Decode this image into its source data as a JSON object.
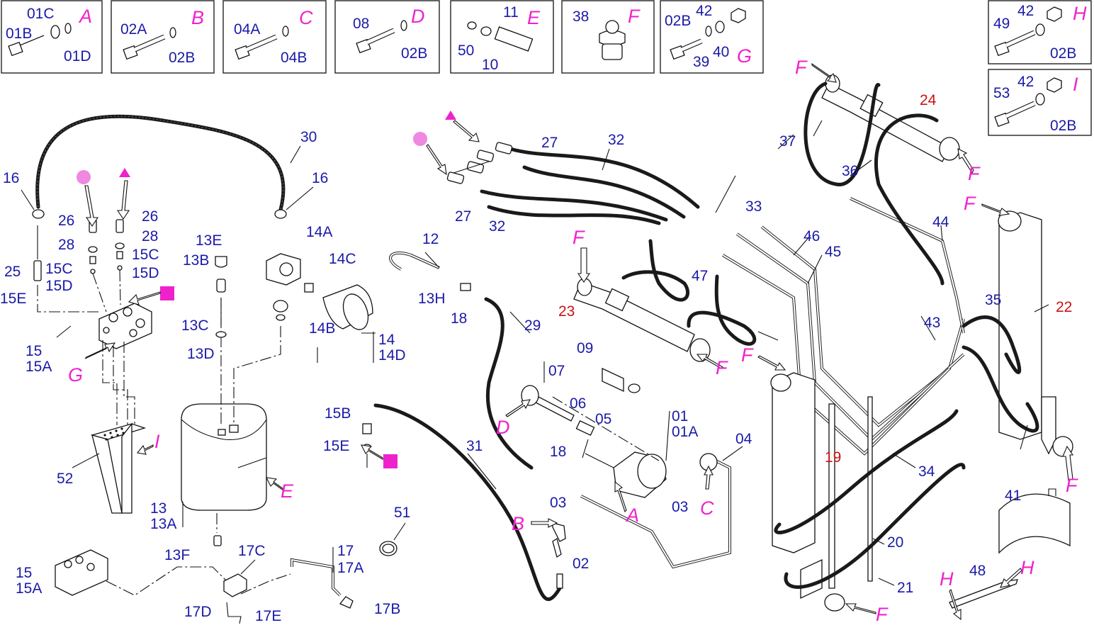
{
  "detail_boxes": [
    {
      "letter": "A",
      "labels": [
        "01C",
        "01B",
        "01D"
      ]
    },
    {
      "letter": "B",
      "labels": [
        "02A",
        "02B"
      ]
    },
    {
      "letter": "C",
      "labels": [
        "04A",
        "04B"
      ]
    },
    {
      "letter": "D",
      "labels": [
        "08",
        "02B"
      ]
    },
    {
      "letter": "E",
      "labels": [
        "11",
        "50",
        "10"
      ]
    },
    {
      "letter": "F",
      "labels": [
        "38"
      ]
    },
    {
      "letter": "G",
      "labels": [
        "42",
        "02B",
        "39",
        "40"
      ]
    },
    {
      "letter": "H",
      "labels": [
        "42",
        "49",
        "02B"
      ]
    },
    {
      "letter": "I",
      "labels": [
        "42",
        "53",
        "02B"
      ]
    }
  ],
  "part_labels": {
    "p01": "01",
    "p01A": "01A",
    "p02": "02",
    "p03a": "03",
    "p03b": "03",
    "p04": "04",
    "p05": "05",
    "p06": "06",
    "p07": "07",
    "p09": "09",
    "p12": "12",
    "p13": "13",
    "p13A": "13A",
    "p13B": "13B",
    "p13C": "13C",
    "p13D": "13D",
    "p13E": "13E",
    "p13F": "13F",
    "p13H": "13H",
    "p14": "14",
    "p14A": "14A",
    "p14B": "14B",
    "p14C": "14C",
    "p14D": "14D",
    "p15": "15",
    "p15A": "15A",
    "p15b": "15",
    "p15Ab": "15A",
    "p15B": "15B",
    "p15Ca": "15C",
    "p15Cb": "15C",
    "p15Da": "15D",
    "p15Db": "15D",
    "p15Ea": "15E",
    "p15Eb": "15E",
    "p16a": "16",
    "p16b": "16",
    "p17": "17",
    "p17A": "17A",
    "p17B": "17B",
    "p17C": "17C",
    "p17D": "17D",
    "p17E": "17E",
    "p18a": "18",
    "p18b": "18",
    "p19": "19",
    "p20": "20",
    "p21": "21",
    "p22": "22",
    "p23": "23",
    "p24": "24",
    "p25": "25",
    "p26a": "26",
    "p26b": "26",
    "p27a": "27",
    "p27b": "27",
    "p28a": "28",
    "p28b": "28",
    "p29": "29",
    "p30": "30",
    "p31": "31",
    "p32a": "32",
    "p32b": "32",
    "p33": "33",
    "p34": "34",
    "p35": "35",
    "p36": "36",
    "p37": "37",
    "p41": "41",
    "p43": "43",
    "p44": "44",
    "p45": "45",
    "p46": "46",
    "p47": "47",
    "p48": "48",
    "p51": "51",
    "p52": "52"
  },
  "callout_letters": {
    "A": "A",
    "B": "B",
    "C": "C",
    "D": "D",
    "E": "E",
    "F": "F",
    "G": "G",
    "H": "H",
    "I": "I"
  }
}
